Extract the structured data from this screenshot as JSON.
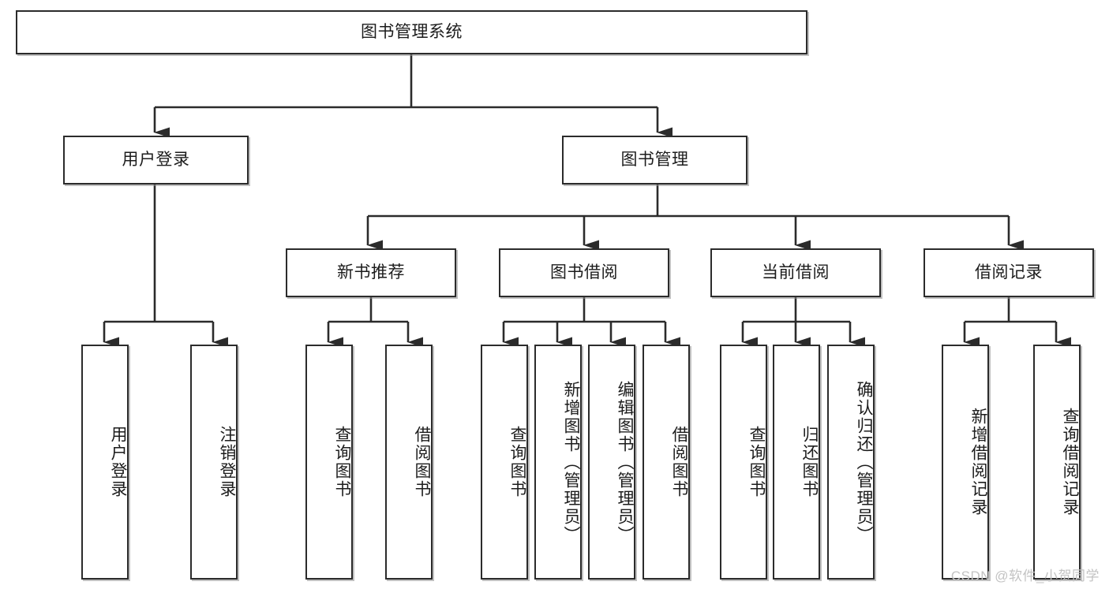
{
  "diagram": {
    "title": "图书管理系统",
    "type": "hierarchy-tree",
    "root": {
      "label": "图书管理系统"
    },
    "level2": [
      {
        "label": "用户登录"
      },
      {
        "label": "图书管理"
      }
    ],
    "level3": [
      {
        "label": "新书推荐"
      },
      {
        "label": "图书借阅"
      },
      {
        "label": "当前借阅"
      },
      {
        "label": "借阅记录"
      }
    ],
    "leaves": {
      "user_login": [
        {
          "label": "用户登录"
        },
        {
          "label": "注销登录"
        }
      ],
      "new_book_recommend": [
        {
          "label": "查询图书"
        },
        {
          "label": "借阅图书"
        }
      ],
      "book_borrow": [
        {
          "label": "查询图书"
        },
        {
          "label": "新增图书（管理员）"
        },
        {
          "label": "编辑图书（管理员）"
        },
        {
          "label": "借阅图书"
        }
      ],
      "current_borrow": [
        {
          "label": "查询图书"
        },
        {
          "label": "归还图书"
        },
        {
          "label": "确认归还（管理员）"
        }
      ],
      "borrow_record": [
        {
          "label": "新增借阅记录"
        },
        {
          "label": "查询借阅记录"
        }
      ]
    }
  },
  "watermark": {
    "text": "CSDN @软件_小贺同学"
  },
  "colors": {
    "border": "#2b2b2b",
    "text": "#1c1c1c",
    "background": "#ffffff",
    "watermark": "#c3c3c3"
  }
}
